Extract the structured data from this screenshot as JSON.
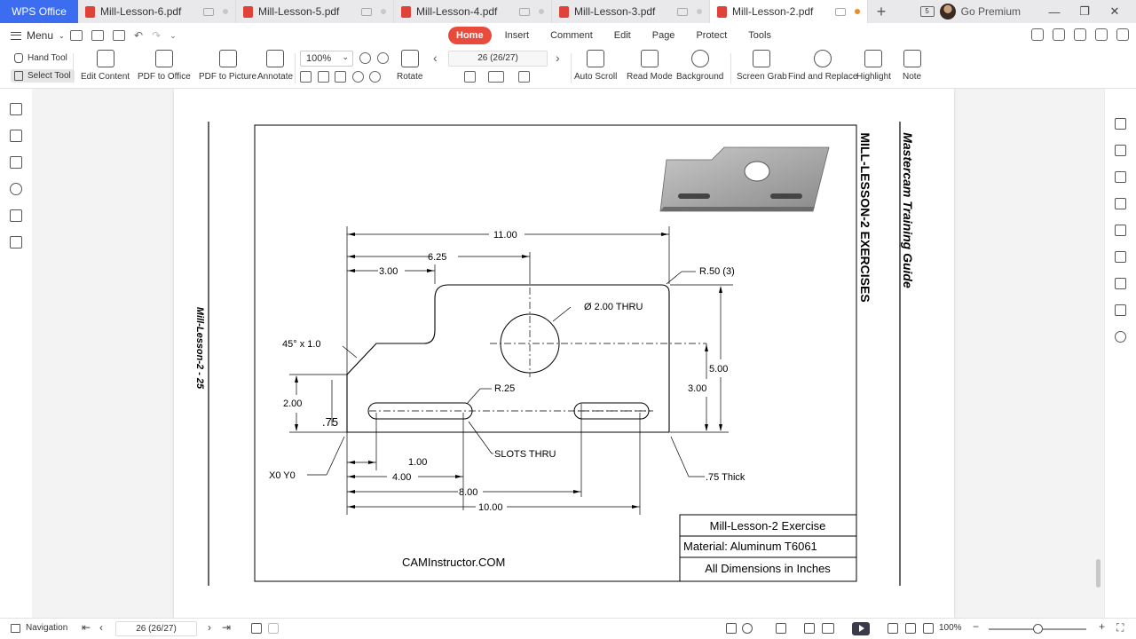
{
  "tabbar": {
    "app_name": "WPS Office",
    "tabs": [
      {
        "name": "Mill-Lesson-6.pdf",
        "active": false
      },
      {
        "name": "Mill-Lesson-5.pdf",
        "active": false
      },
      {
        "name": "Mill-Lesson-4.pdf",
        "active": false
      },
      {
        "name": "Mill-Lesson-3.pdf",
        "active": false
      },
      {
        "name": "Mill-Lesson-2.pdf",
        "active": true
      }
    ],
    "add_tab": "+",
    "go_premium": "Go Premium",
    "badge": "5",
    "accent": "#3c6df0"
  },
  "menurow": {
    "menu_label": "Menu",
    "ribbon_tabs": [
      "Home",
      "Insert",
      "Comment",
      "Edit",
      "Page",
      "Protect",
      "Tools"
    ],
    "active_tab": "Home",
    "active_color": "#e84b3c"
  },
  "toolbar": {
    "hand_tool": "Hand Tool",
    "select_tool": "Select Tool",
    "edit_content": "Edit Content",
    "pdf_to_office": "PDF to Office",
    "pdf_to_picture": "PDF to Picture",
    "annotate": "Annotate",
    "zoom_value": "100%",
    "rotate": "Rotate",
    "page_indicator": "26 (26/27)",
    "auto_scroll": "Auto Scroll",
    "read_mode": "Read Mode",
    "background": "Background",
    "screen_grab": "Screen Grab",
    "find_replace": "Find and Replace",
    "highlight": "Highlight",
    "note": "Note"
  },
  "drawing": {
    "side_footer": "Mill-Lesson-2 - 25",
    "side_title": "MILL-LESSON-2 EXERCISES",
    "guide_title": "Mastercam Training Guide",
    "dims": {
      "d1100": "11.00",
      "d625": "6.25",
      "d300": "3.00",
      "r50": "R.50  (3)",
      "dia": "Ø 2.00  THRU",
      "chamfer": "45° x 1.0",
      "d500": "5.00",
      "d300b": "3.00",
      "d200": "2.00",
      "r25": "R.25",
      "d75": ".75",
      "slots": "SLOTS THRU",
      "origin": "X0 Y0",
      "d100": "1.00",
      "d400": "4.00",
      "d800": "8.00",
      "d1000": "10.00",
      "thick": ".75 Thick"
    },
    "brand": "CAMInstructor.COM",
    "title_block": [
      "Mill-Lesson-2 Exercise",
      "Material: Aluminum T6061",
      "All Dimensions in Inches"
    ]
  },
  "statusbar": {
    "navigation": "Navigation",
    "page_indicator": "26 (26/27)",
    "zoom": "100%"
  }
}
